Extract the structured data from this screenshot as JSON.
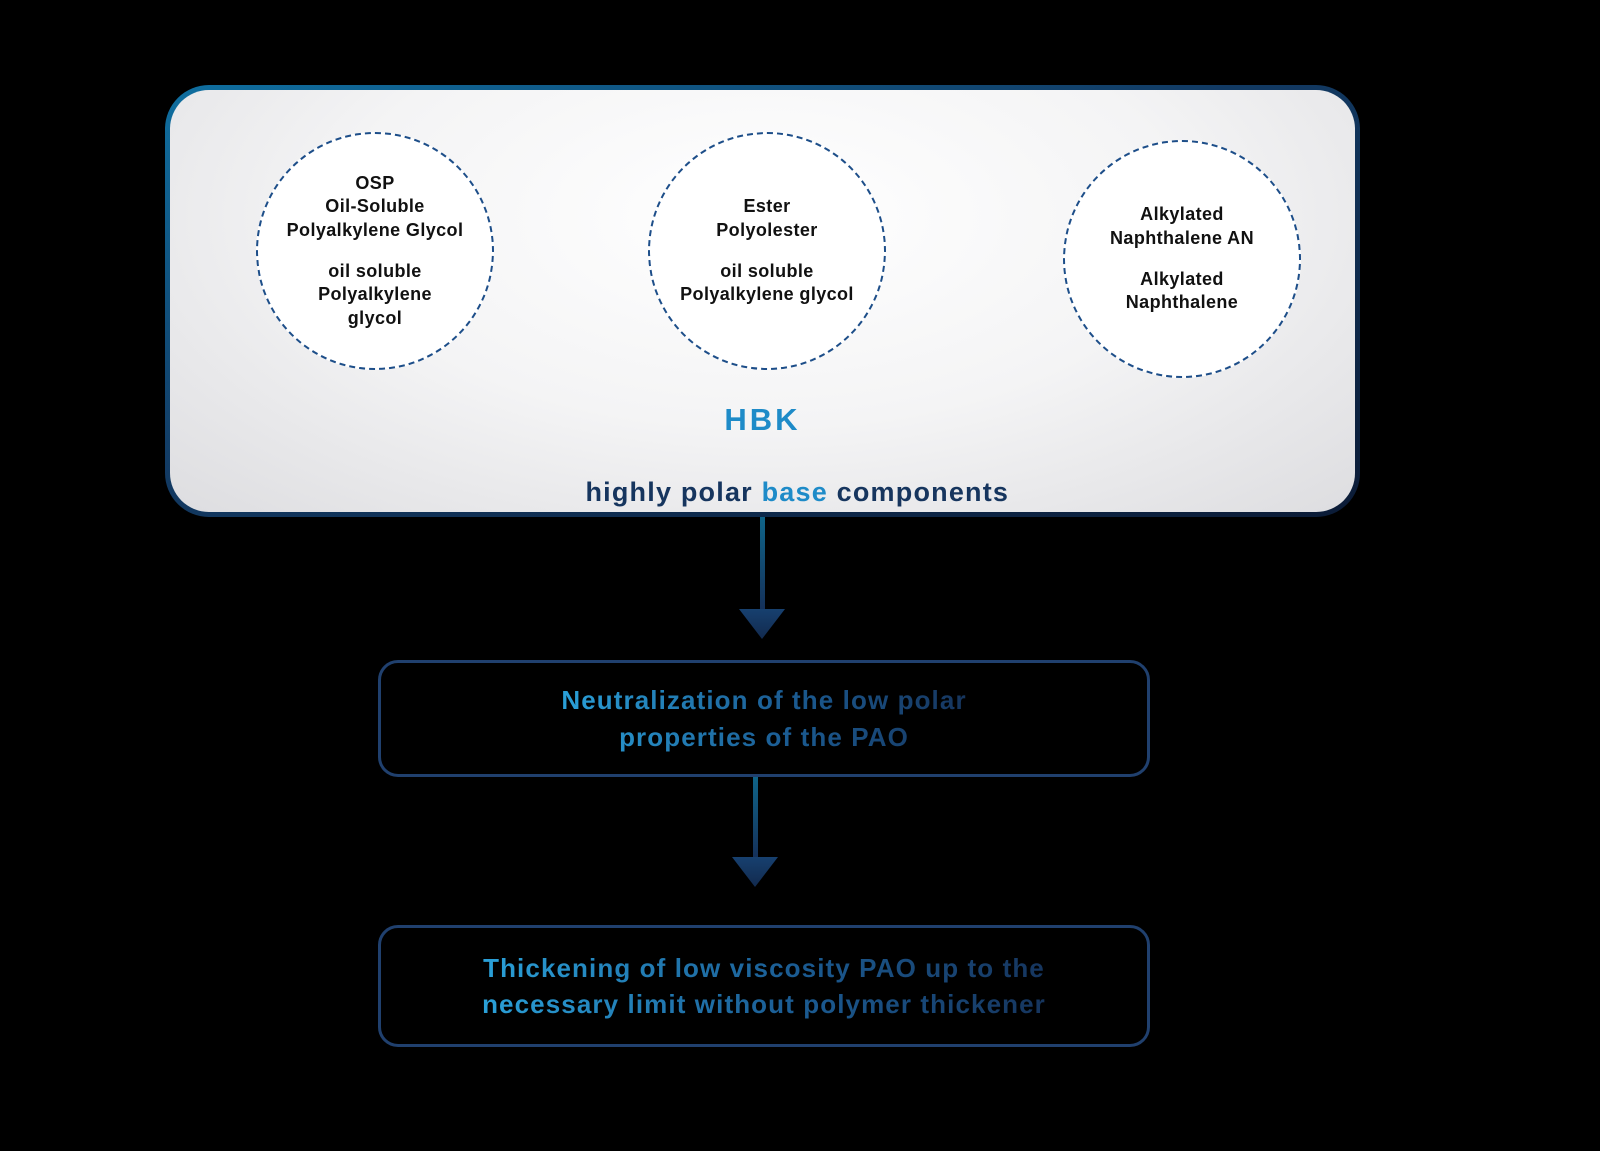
{
  "colors": {
    "background": "#000000",
    "panel_fill_light": "#ffffff",
    "panel_fill_dark": "#dddde0",
    "panel_border_top": "#0f6fa0",
    "panel_border_bottom": "#0b1b36",
    "circle_dash_border": "#1d4e89",
    "circle_text": "#111111",
    "hbk_blue": "#1e8bc8",
    "navy": "#16355e",
    "box_border": "#20406e",
    "box_text_gradient_start": "#2aa0d8",
    "box_text_gradient_end": "#16355e",
    "arrow_top": "#0f6488",
    "arrow_bottom": "#122a4e"
  },
  "panel": {
    "title": "HBK",
    "subtitle_parts": [
      "highly polar ",
      "base",
      " components"
    ],
    "circles": [
      {
        "top_lines": [
          "OSP",
          "Oil-Soluble",
          "Polyalkylene Glycol"
        ],
        "bottom_lines": [
          "oil soluble",
          "Polyalkylene",
          "glycol"
        ]
      },
      {
        "top_lines": [
          "Ester",
          "Polyolester"
        ],
        "bottom_lines": [
          "oil soluble",
          "Polyalkylene glycol"
        ]
      },
      {
        "top_lines": [
          "Alkylated",
          "Naphthalene AN"
        ],
        "bottom_lines": [
          "Alkylated",
          "Naphthalene"
        ]
      }
    ]
  },
  "flow_boxes": [
    {
      "lines": [
        "Neutralization of the low polar",
        "properties of the PAO"
      ]
    },
    {
      "lines": [
        "Thickening of low viscosity PAO up to the",
        "necessary limit without polymer thickener"
      ]
    }
  ]
}
